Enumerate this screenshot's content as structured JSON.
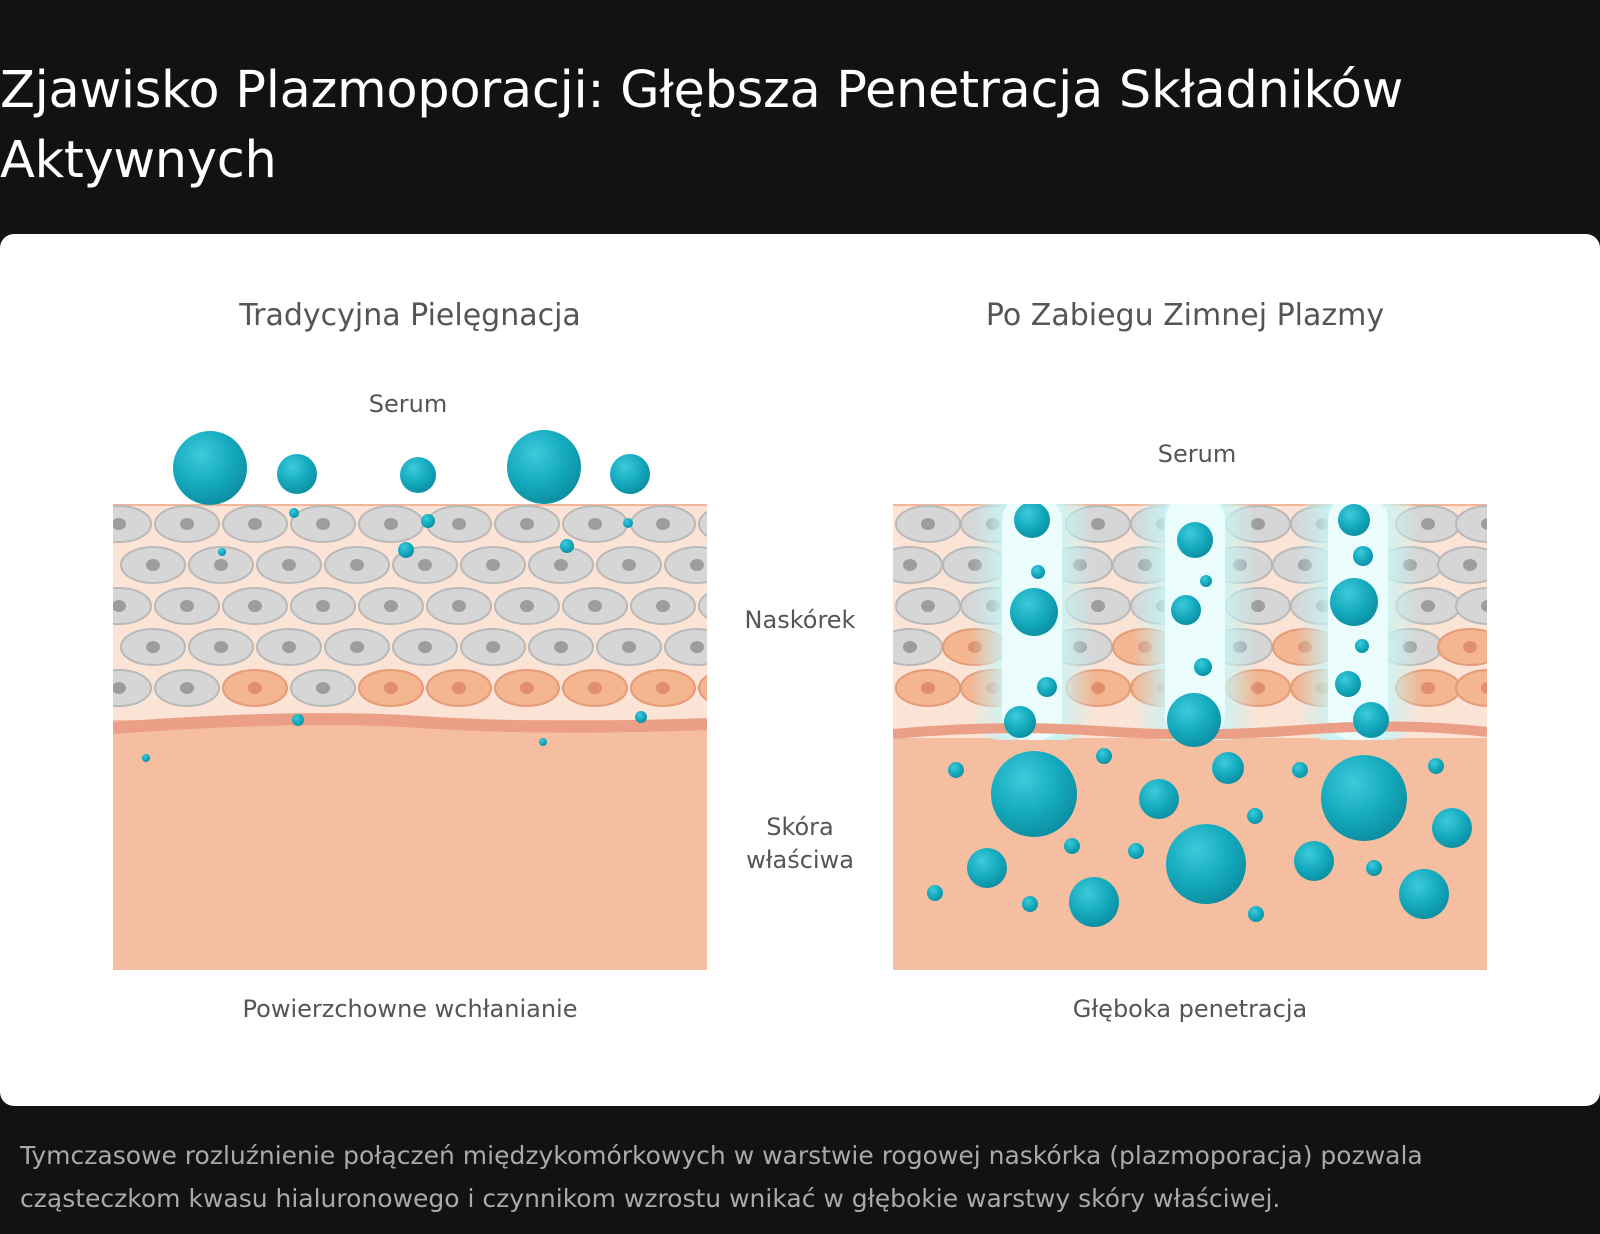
{
  "page": {
    "title": "Zjawisko Plazmoporacji: Głębsza Penetracja Składników Aktywnych",
    "caption": "Tymczasowe rozluźnienie połączeń międzykomórkowych w warstwie rogowej naskórka (plazmoporacja) pozwala cząsteczkom kwasu hialuronowego i czynnikom wzrostu wnikać w głębokie warstwy skóry właściwej."
  },
  "diagram": {
    "left_panel": {
      "heading": "Tradycyjna Pielęgnacja",
      "serum_label": "Serum",
      "bottom_label": "Powierzchowne wchłanianie"
    },
    "right_panel": {
      "heading": "Po Zabiegu Zimnej Plazmy",
      "serum_label": "Serum",
      "bottom_label": "Głęboka penetracja"
    },
    "layer_labels": {
      "epidermis": "Naskórek",
      "dermis_line1": "Skóra",
      "dermis_line2": "właściwa"
    }
  },
  "colors": {
    "serum": "#14a9bd",
    "cell_gray": "#d6d6d6",
    "cell_peach": "#f4b591",
    "dermis": "#f6bea0",
    "background": "#121212"
  }
}
